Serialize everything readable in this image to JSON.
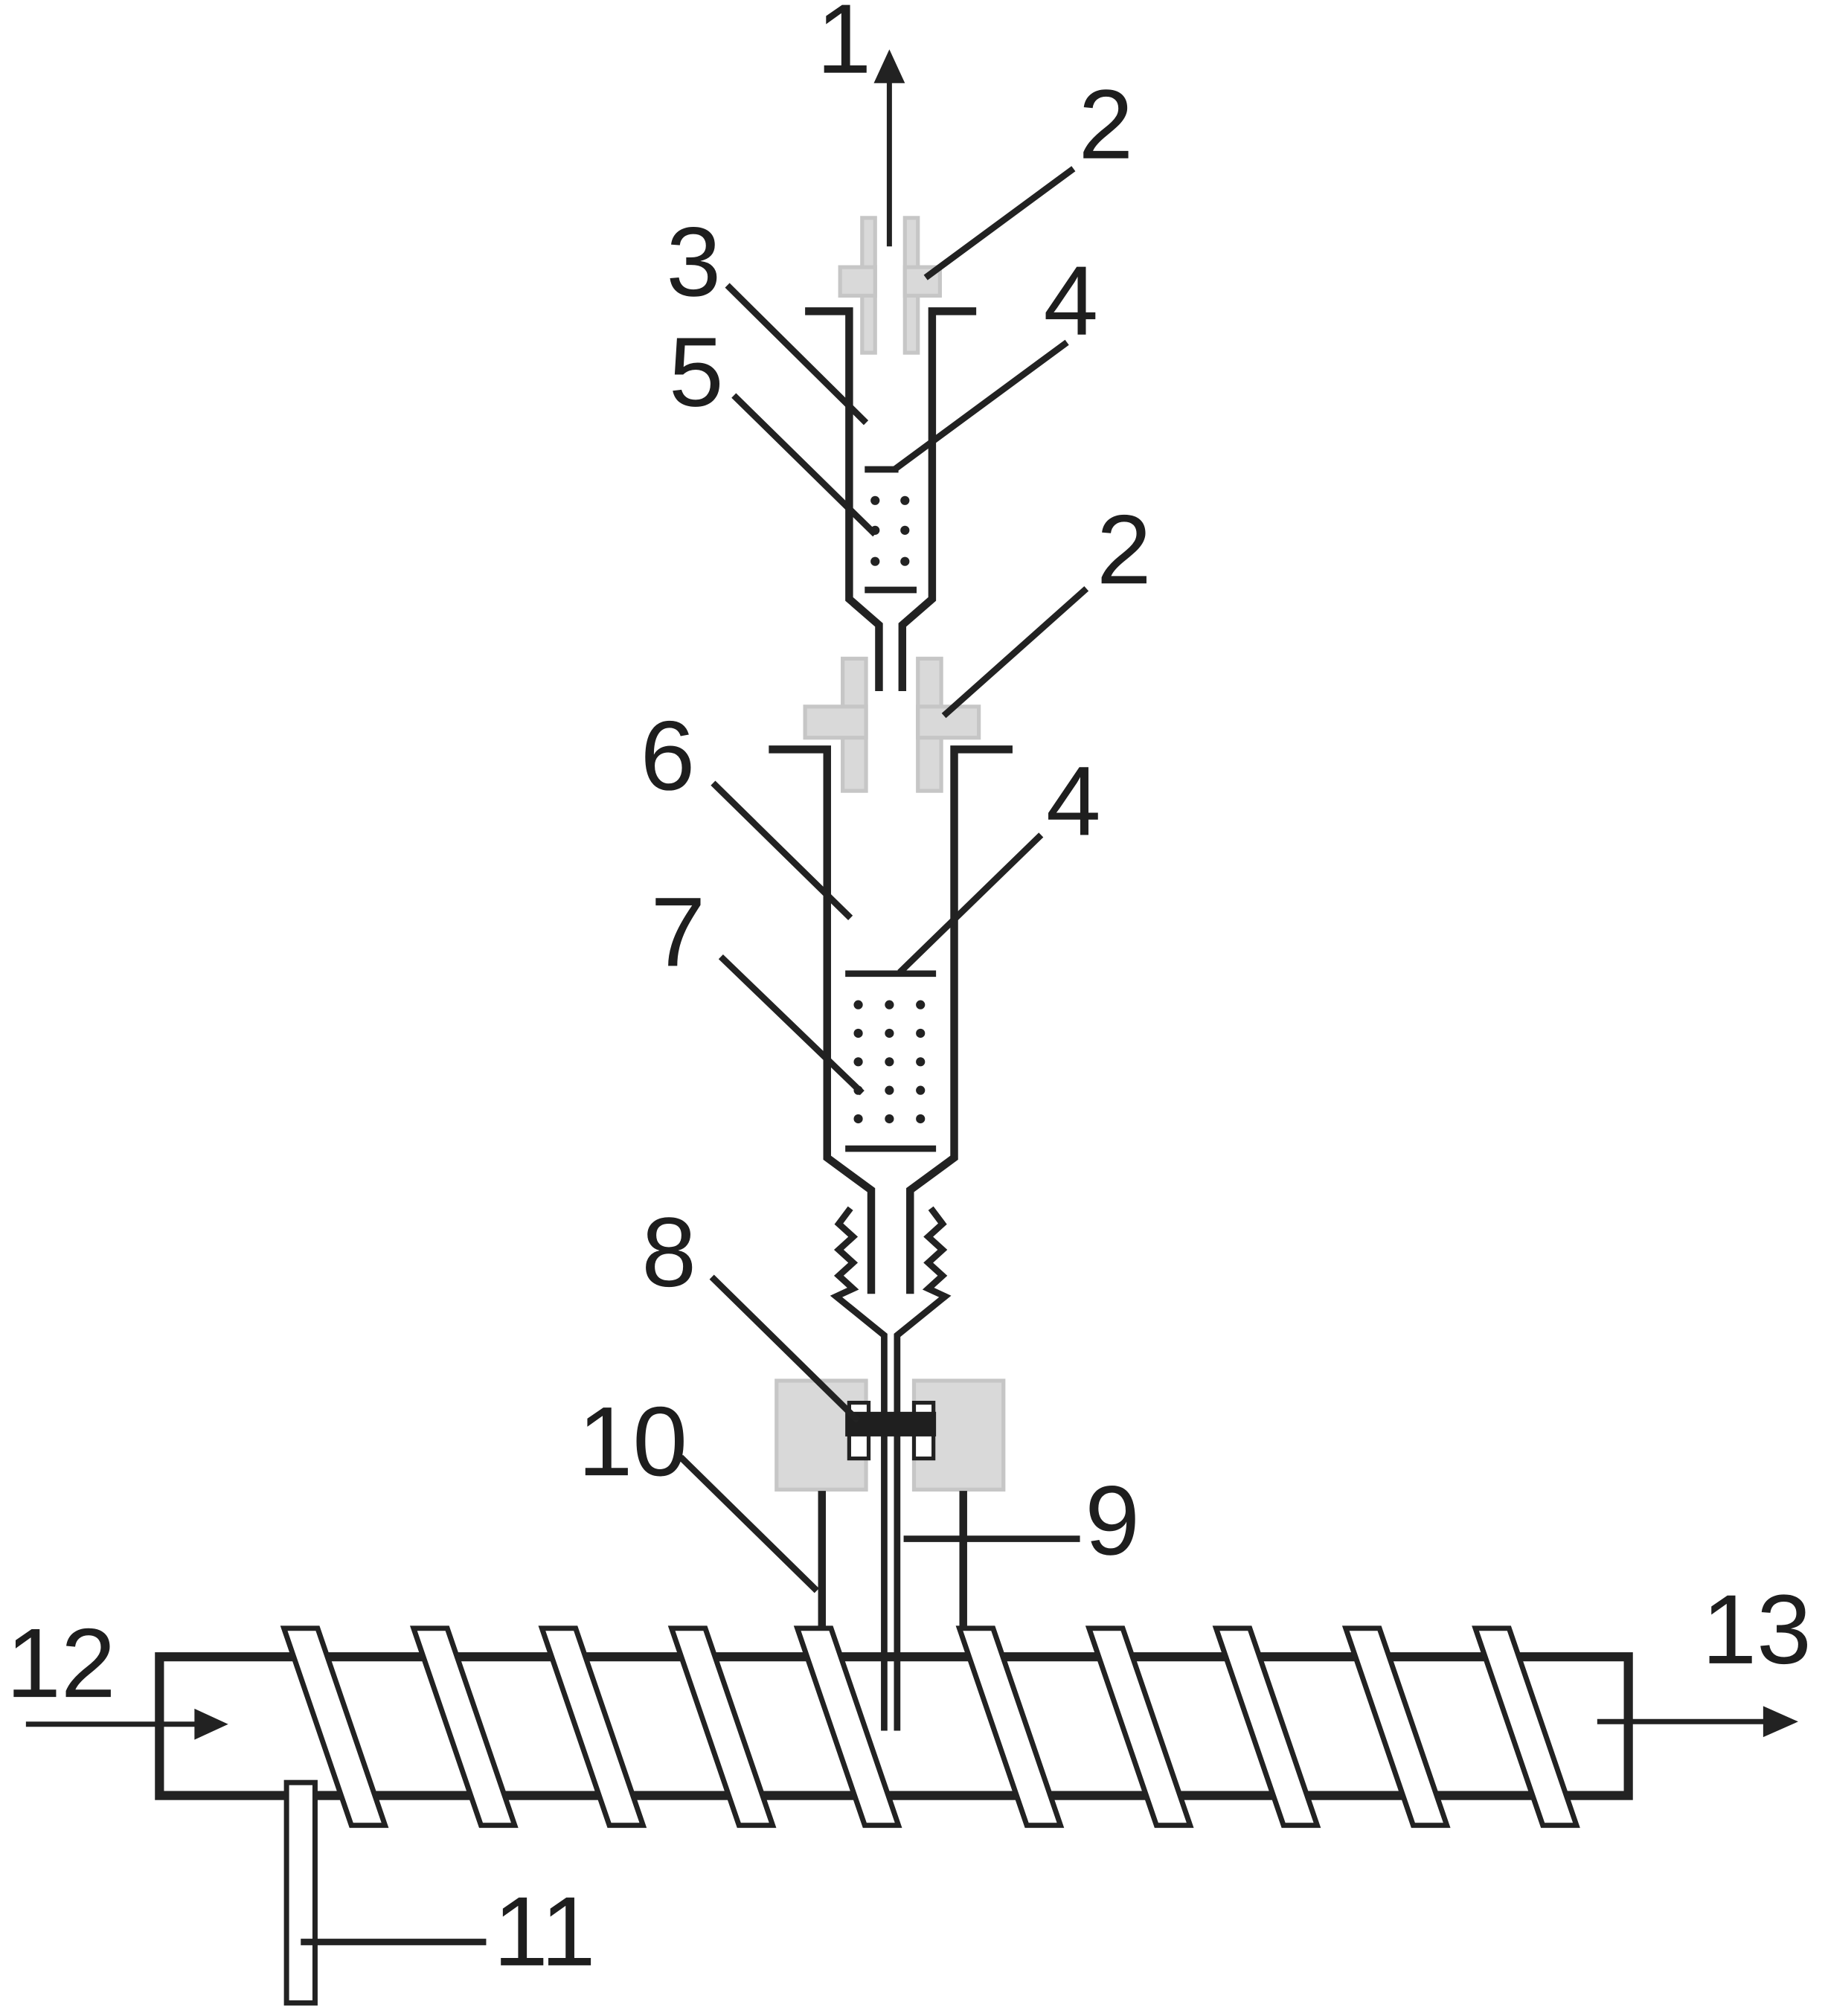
{
  "labels": {
    "l1": "1",
    "l2a": "2",
    "l2b": "2",
    "l3": "3",
    "l4a": "4",
    "l4b": "4",
    "l5": "5",
    "l6": "6",
    "l7": "7",
    "l8": "8",
    "l9": "9",
    "l10": "10",
    "l11": "11",
    "l12": "12",
    "l13": "13"
  },
  "colors": {
    "line": "#222222",
    "fitting": "#d9d9d9",
    "background": "#ffffff"
  }
}
